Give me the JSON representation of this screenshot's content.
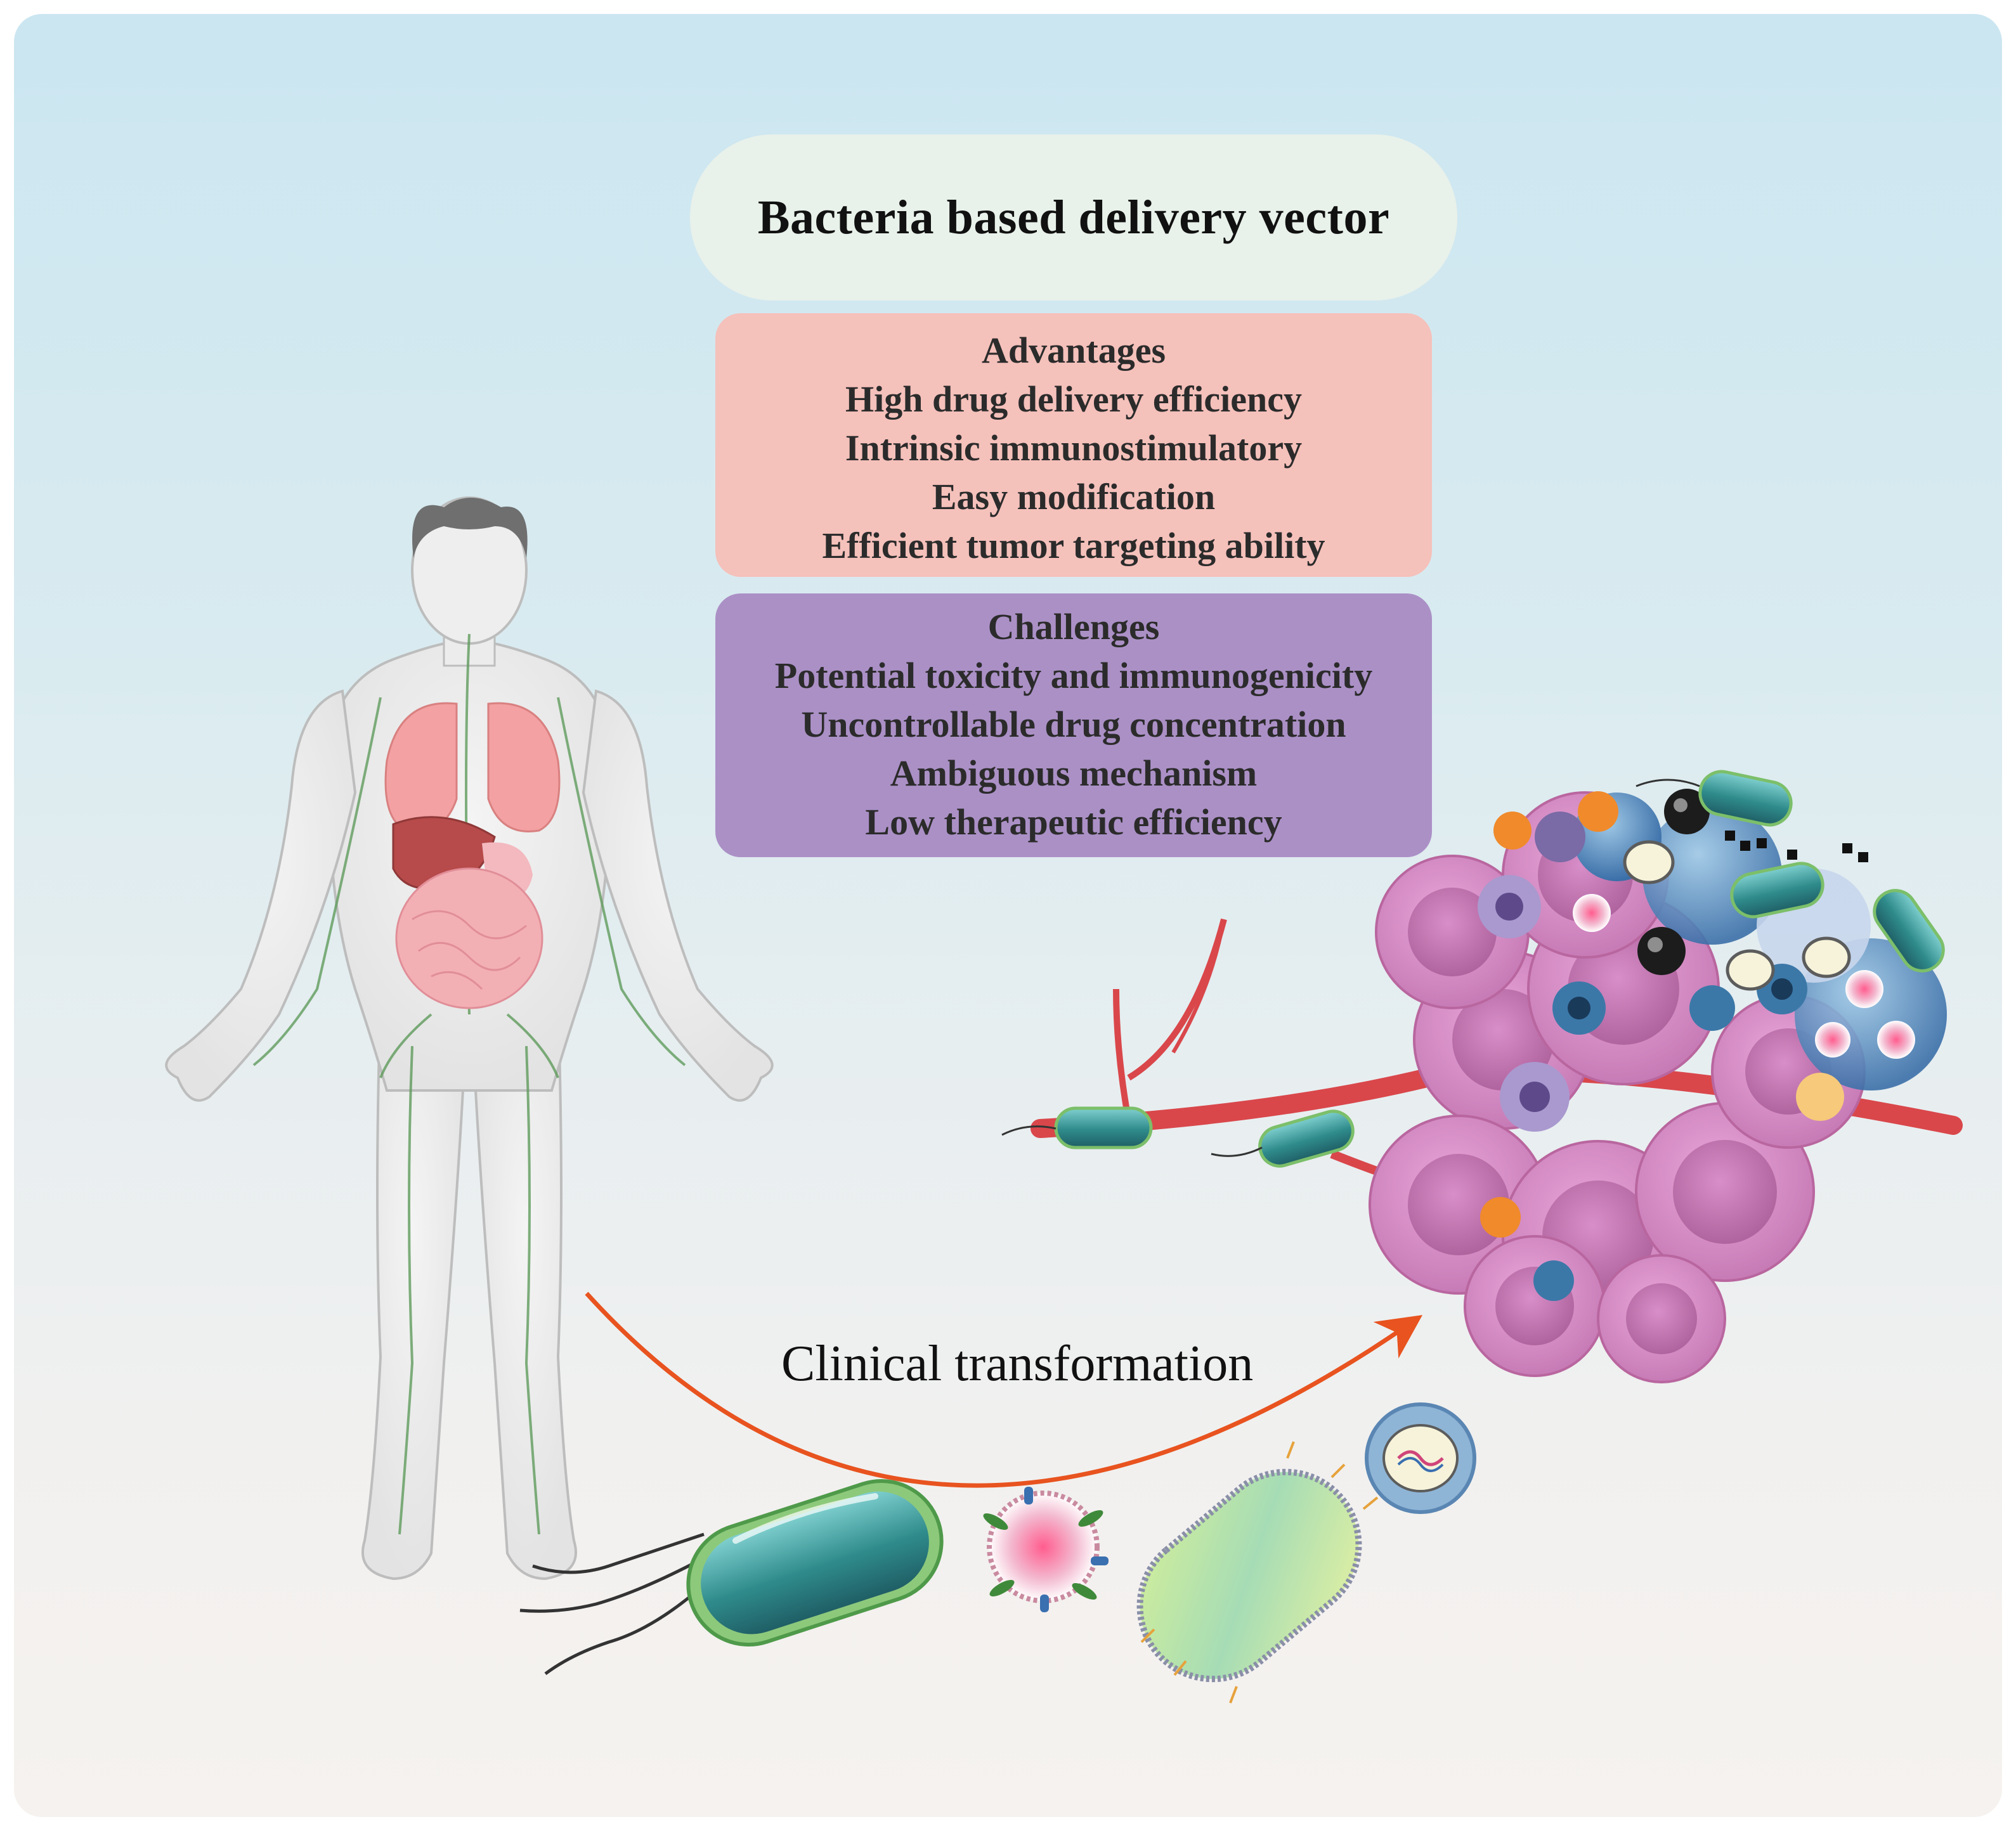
{
  "title": "Bacteria based delivery vector",
  "advantages": {
    "heading": "Advantages",
    "items": [
      "High drug delivery efficiency",
      "Intrinsic immunostimulatory",
      "Easy modification",
      "Efficient tumor targeting ability"
    ]
  },
  "challenges": {
    "heading": "Challenges",
    "items": [
      "Potential toxicity and immunogenicity",
      "Uncontrollable drug concentration",
      "Ambiguous mechanism",
      "Low therapeutic efficiency"
    ]
  },
  "arrow_label": "Clinical transformation",
  "colors": {
    "title_box": "#e8f1ea",
    "advantages_box": "#f5c1bb",
    "challenges_box": "#ab90c6",
    "arrow": "#e8531f",
    "tumor_cell": "#d98cc6",
    "blood_vessel": "#d9474b",
    "bacterium": "#2f8b8b"
  }
}
